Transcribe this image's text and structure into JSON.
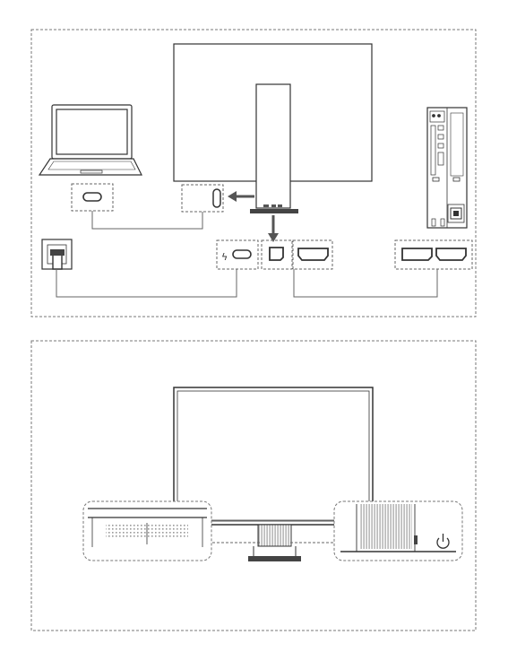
{
  "colors": {
    "line": "#333333",
    "dash": "#777777",
    "arrow": "#555555",
    "mesh": "#9a9a9a",
    "background": "#ffffff"
  },
  "panels": [
    {
      "name": "connection-panel",
      "devices": [
        "laptop-icon",
        "monitor-back-icon",
        "desktop-tower-icon",
        "wall-outlet-icon"
      ],
      "ports": [
        "usb-c-port",
        "usb-c-power-port",
        "dp-port",
        "hdmi-port",
        "pc-dp-port",
        "pc-hdmi-port"
      ],
      "symbols": {
        "power_delivery": "ϟ"
      }
    },
    {
      "name": "controls-panel",
      "devices": [
        "monitor-front-icon"
      ],
      "symbols": {
        "power": "⏻"
      }
    }
  ]
}
